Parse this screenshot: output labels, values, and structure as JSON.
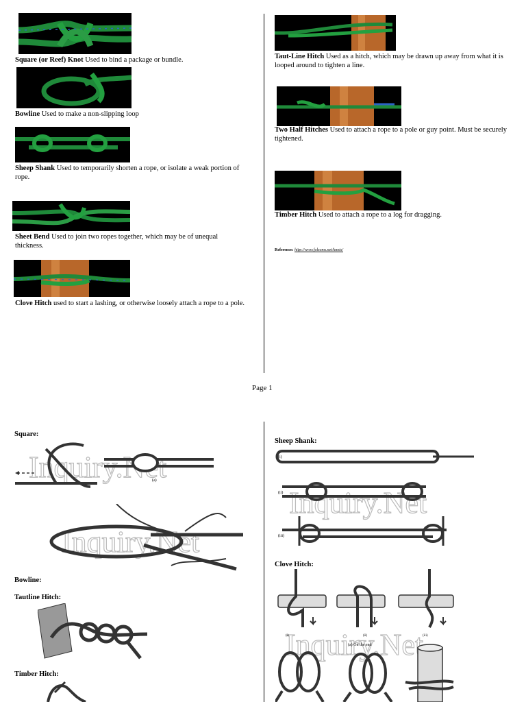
{
  "page1": {
    "left_items": [
      {
        "name": "Square (or Reef) Knot",
        "desc": " Used to bind a package or bundle."
      },
      {
        "name": "Bowline",
        "desc": " Used to make a non-slipping loop"
      },
      {
        "name": "Sheep Shank",
        "desc": " Used to temporarily shorten a rope, or isolate a weak portion of rope."
      },
      {
        "name": "Sheet Bend",
        "desc": " Used to join two ropes together, which may be of unequal thickness."
      },
      {
        "name": "Clove Hitch",
        "desc": " used to start a lashing, or otherwise loosely attach a rope to a pole."
      }
    ],
    "right_items": [
      {
        "name": "Taut-Line Hitch",
        "desc": " Used as a hitch, which may be drawn up away from what it is looped around to tighten a line."
      },
      {
        "name": "Two Half Hitches",
        "desc": " Used to attach a rope to a pole or guy point. Must be securely tightened."
      },
      {
        "name": "Timber Hitch",
        "desc": " Used to attach a rope to a log for dragging."
      }
    ],
    "reference_label": "Reference:",
    "reference_url": "http://www.folsoms.net/knots/",
    "page_number": "Page 1"
  },
  "page2": {
    "left_labels": {
      "square": "Square:",
      "bowline": "Bowline:",
      "tautline": "Tautline Hitch:",
      "timber": "Timber Hitch:"
    },
    "right_labels": {
      "sheepshank": "Sheep Shank:",
      "clove": "Clove Hitch:"
    },
    "figure_marks": {
      "a": "(a)",
      "i": "(i)",
      "ii": "(ii)",
      "iii": "(iii)",
      "on_end": "(a) On the end"
    },
    "watermark": "Inquiry.Net"
  },
  "colors": {
    "rope_green": "#1f8a3a",
    "rope_blue": "#2c63c4",
    "wood": "#b8672a",
    "photo_bg": "#000000"
  }
}
